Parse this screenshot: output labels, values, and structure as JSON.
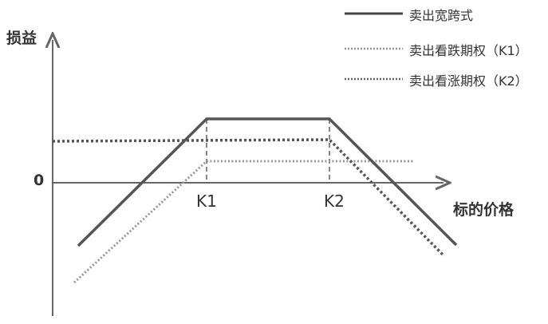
{
  "axes": {
    "y_label": "损益",
    "x_label": "标的价格",
    "zero_label": "0",
    "strike_labels": [
      "K1",
      "K2"
    ]
  },
  "legend": [
    {
      "label": "卖出宽跨式",
      "style": "solid"
    },
    {
      "label": "卖出看跌期权（K1）",
      "style": "dotted-light"
    },
    {
      "label": "卖出看涨期权（K2）",
      "style": "dotted-dark"
    }
  ],
  "colors": {
    "line": "#555555",
    "light_dotted": "#999999",
    "axis": "#666666"
  }
}
